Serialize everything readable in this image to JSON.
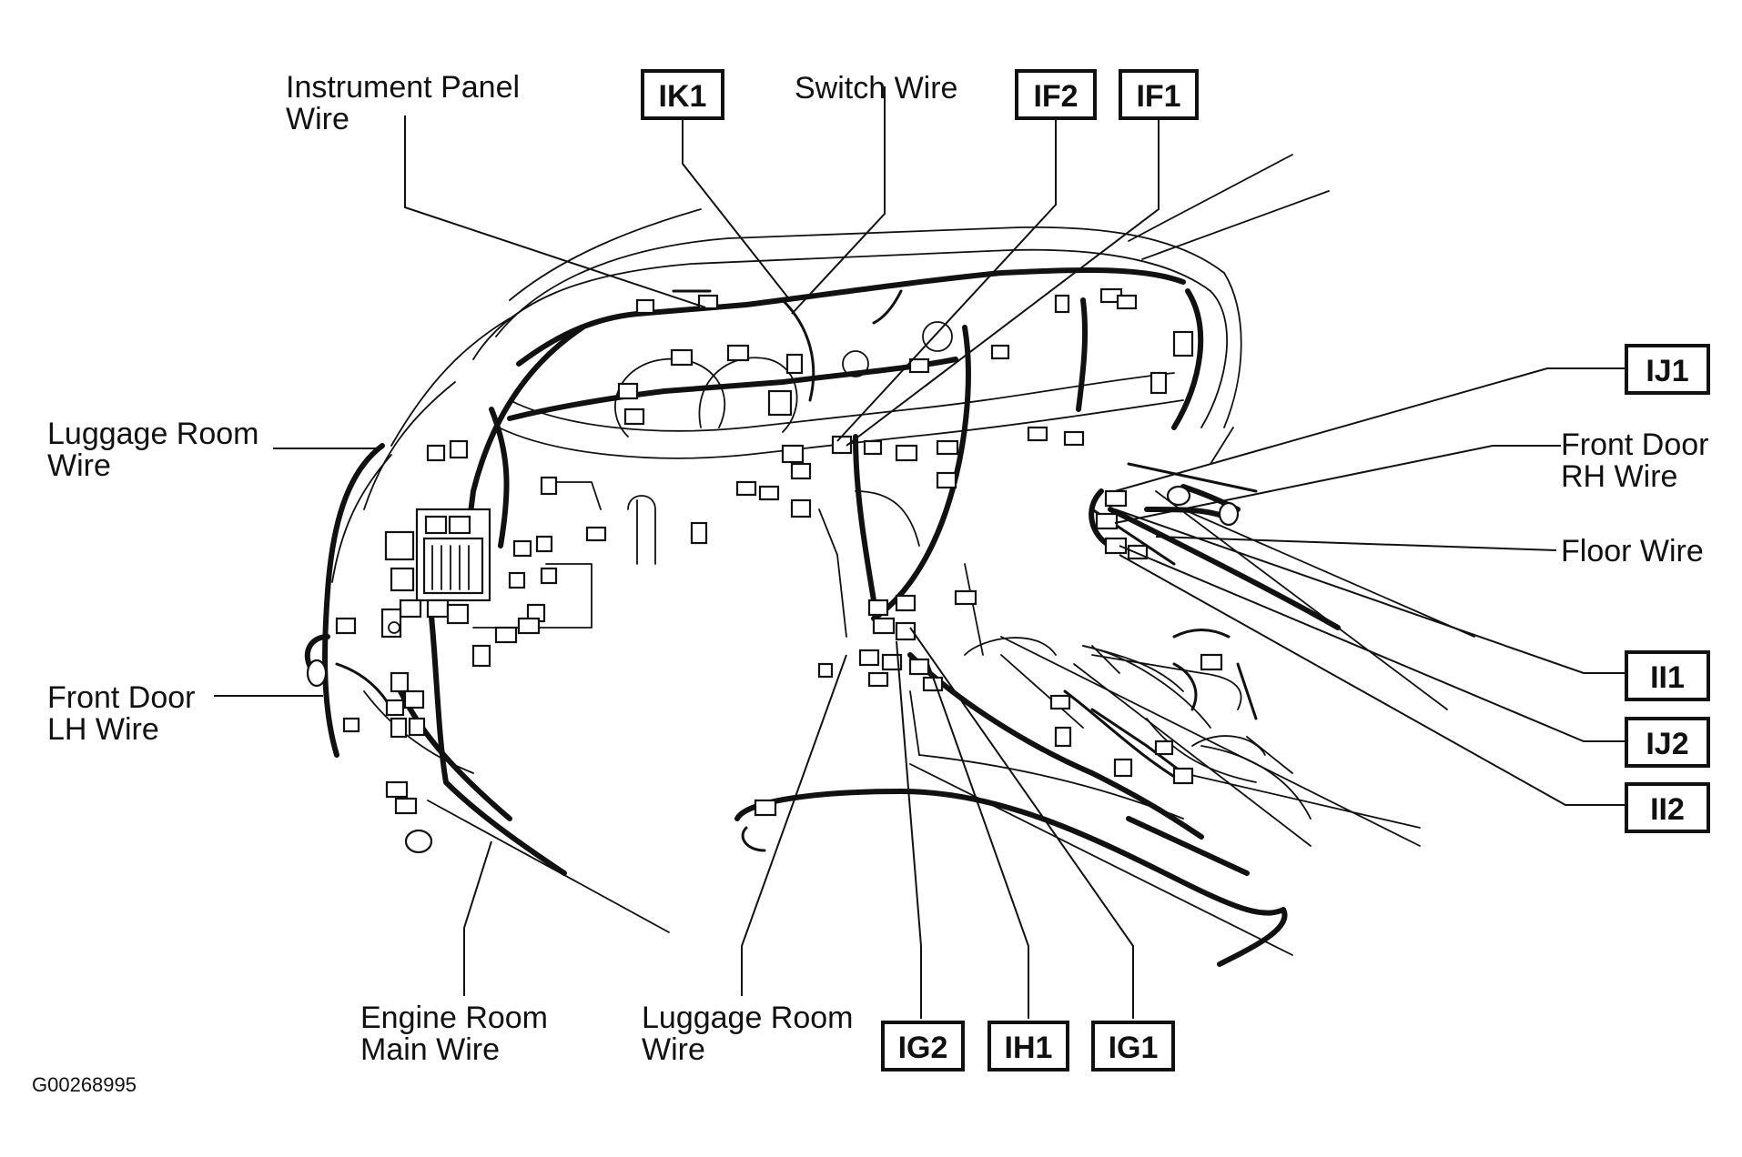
{
  "labels": {
    "instrument_panel_wire": [
      "Instrument Panel",
      "Wire"
    ],
    "switch_wire": "Switch Wire",
    "luggage_room_wire_left": [
      "Luggage Room",
      "Wire"
    ],
    "front_door_rh_wire": [
      "Front Door",
      "RH Wire"
    ],
    "floor_wire": "Floor Wire",
    "front_door_lh_wire": [
      "Front Door",
      "LH Wire"
    ],
    "engine_room_main_wire": [
      "Engine Room",
      "Main Wire"
    ],
    "luggage_room_wire_bottom": [
      "Luggage Room",
      "Wire"
    ]
  },
  "connectors": {
    "ik1": "IK1",
    "if2": "IF2",
    "if1": "IF1",
    "ij1": "IJ1",
    "ii1": "II1",
    "ij2": "IJ2",
    "ii2": "II2",
    "ig2": "IG2",
    "ih1": "IH1",
    "ig1": "IG1"
  },
  "figure_id": "G00268995"
}
